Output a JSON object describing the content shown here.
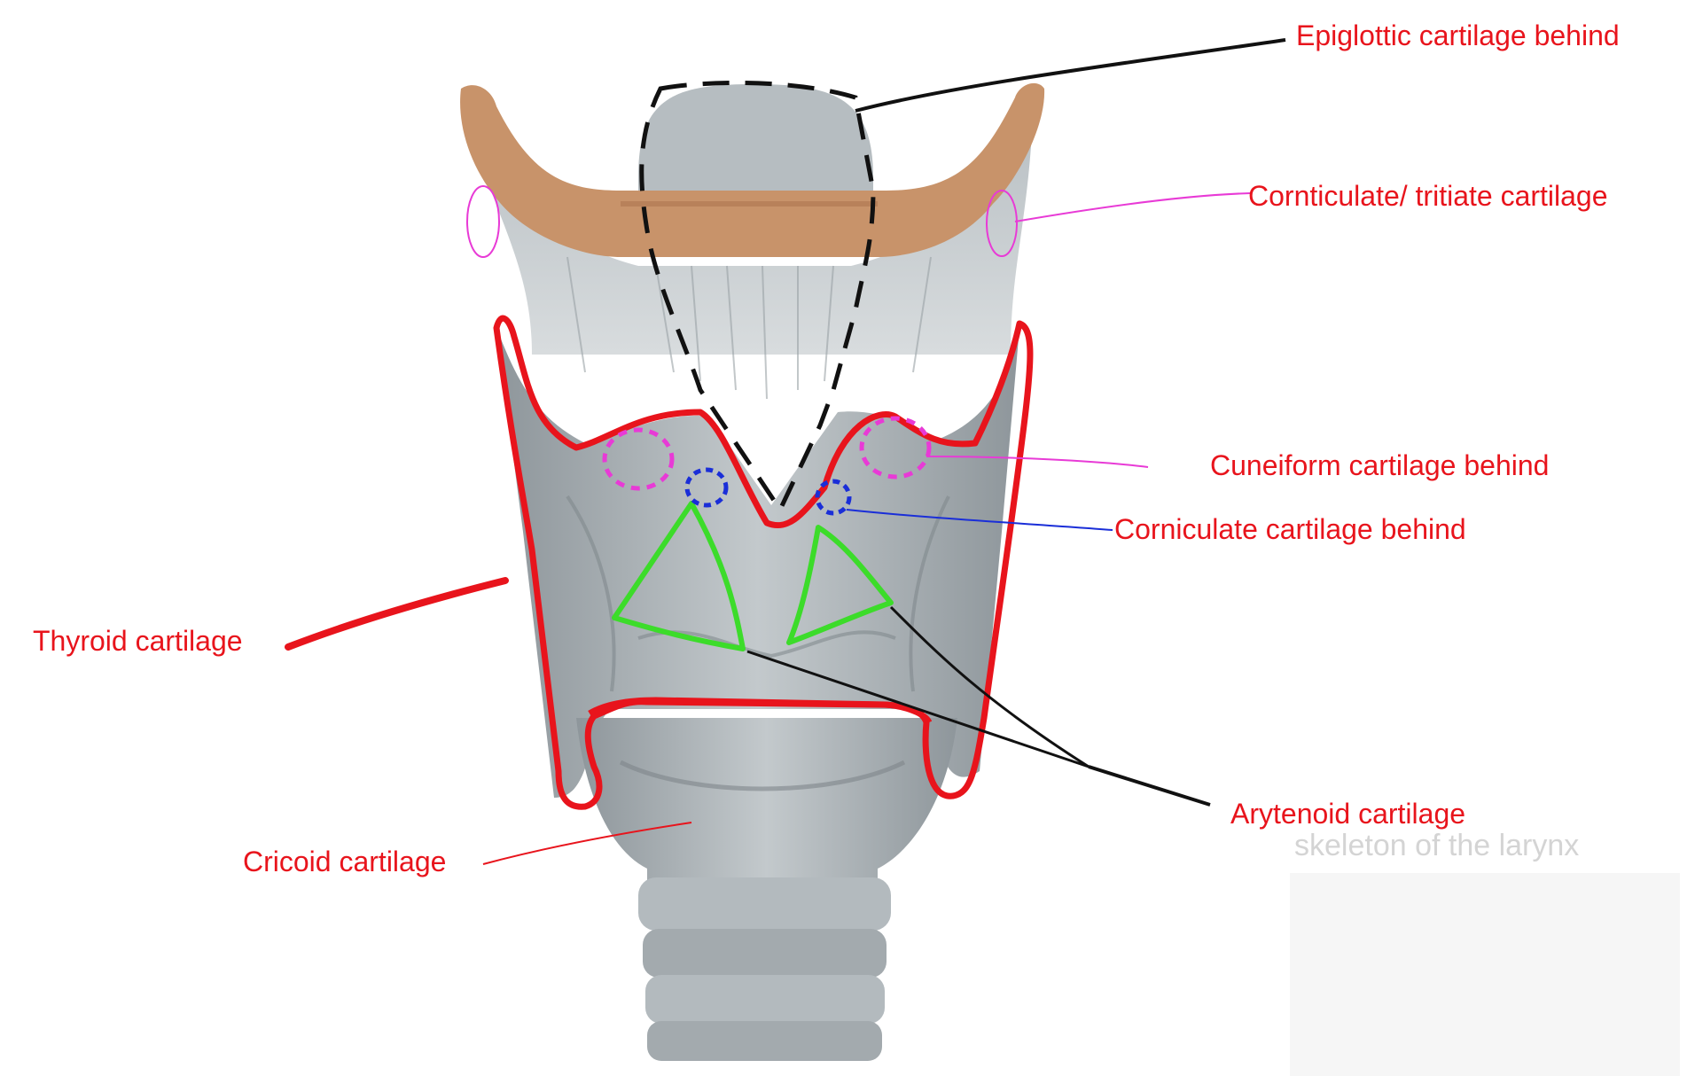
{
  "labels": {
    "epiglottic": "Epiglottic cartilage behind",
    "triticeate": "Cornticulate/ tritiate cartilage",
    "cuneiform": "Cuneiform cartilage behind",
    "corniculate": "Corniculate cartilage behind",
    "thyroid": "Thyroid cartilage",
    "arytenoid": "Arytenoid cartilage",
    "cricoid": "Cricoid cartilage"
  },
  "watermark": "skeleton of the larynx",
  "colors": {
    "label_text": "#e8141c",
    "thyroid_outline": "#e8141c",
    "arytenoid_outline": "#3cdc2a",
    "cuneiform_outline": "#e83ad6",
    "corniculate_outline": "#1a2ed8",
    "epiglottis_outline": "#111111",
    "cartilage_fill": "#a7aeb2",
    "hyoid_bone": "#c8936a"
  }
}
